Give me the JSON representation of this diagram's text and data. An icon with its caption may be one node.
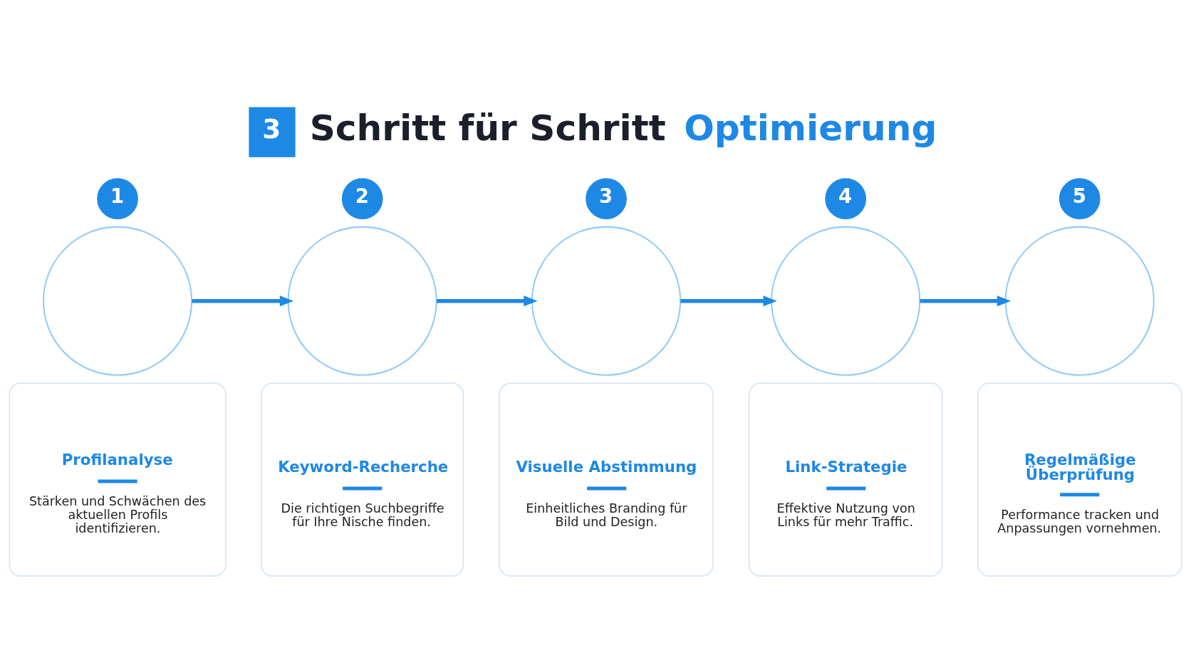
{
  "diagram": {
    "title": "3 Schritt für Schritt Optimierung",
    "nodes": [
      {
        "text": [
          "1"
        ]
      },
      {
        "text": [],
        "shape": "circle"
      },
      {
        "text": [
          "Profilanalyse",
          "Stärken und Schwächen des aktuellen Profils identifizieren."
        ]
      },
      {
        "text": [
          "2"
        ]
      },
      {
        "text": [],
        "shape": "circle"
      },
      {
        "text": [
          "Keyword-Recherche",
          "Die richtigen Suchbegriffe für Ihre Nische finden."
        ]
      },
      {
        "text": [
          "3"
        ]
      },
      {
        "text": [],
        "shape": "circle"
      },
      {
        "text": [
          "Visuelle Abstimmung",
          "Einheitliches Branding für Bild und Design."
        ]
      },
      {
        "text": [
          "4"
        ]
      },
      {
        "text": [],
        "shape": "circle"
      },
      {
        "text": [
          "Link-Strategie",
          "Effektive Nutzung von Links für mehr Traffic."
        ]
      },
      {
        "text": [
          "5"
        ]
      },
      {
        "text": [],
        "shape": "circle"
      },
      {
        "text": [
          "Regelmäßige Überprüfung",
          "Performance tracken und Anpassungen vornehmen."
        ]
      }
    ],
    "edges": [
      {
        "from": 1,
        "to": 4,
        "arrow": "to"
      },
      {
        "from": 4,
        "to": 7,
        "arrow": "to"
      },
      {
        "from": 7,
        "to": 10,
        "arrow": "to"
      },
      {
        "from": 10,
        "to": 13,
        "arrow": "to"
      }
    ]
  }
}
